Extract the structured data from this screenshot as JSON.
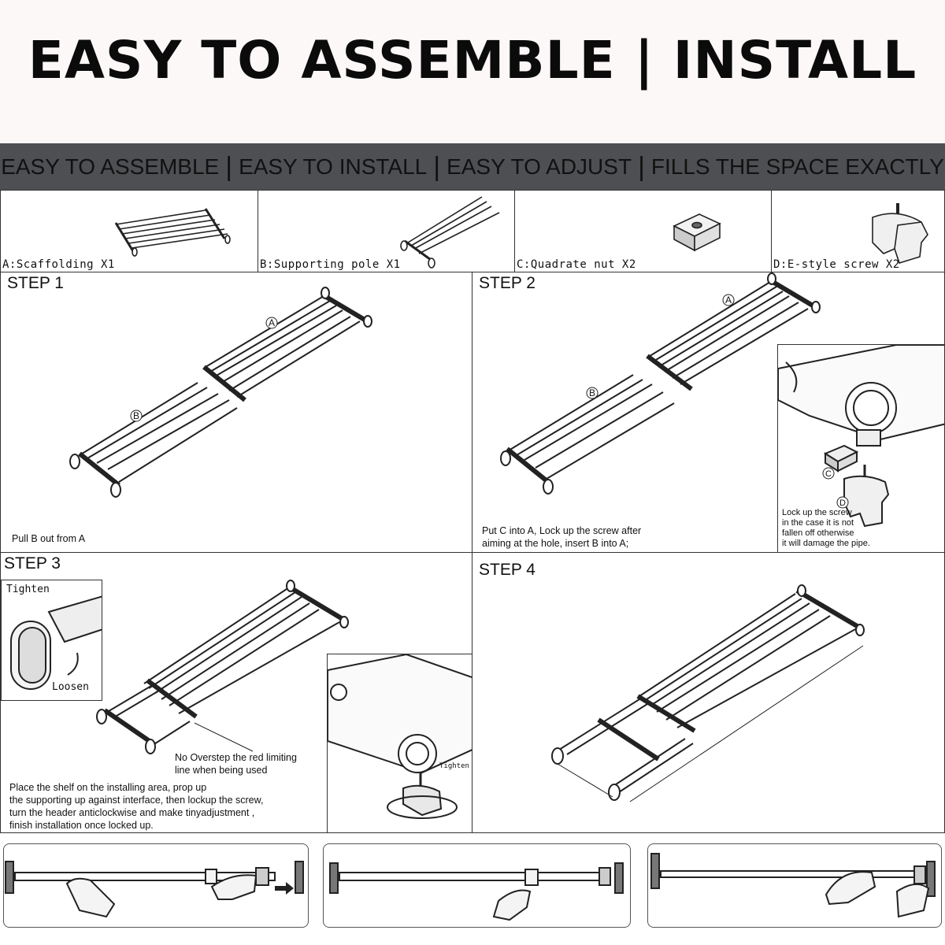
{
  "title": "EASY TO ASSEMBLE | INSTALL",
  "banner": {
    "items": [
      "EASY TO ASSEMBLE",
      "EASY TO INSTALL",
      "EASY TO ADJUST",
      "FILLS THE SPACE EXACTLY"
    ],
    "separator": "|",
    "background": "#4d4f52"
  },
  "parts": [
    {
      "label": "A:Scaffolding X1",
      "icon": "scaffolding-icon"
    },
    {
      "label": "B:Supporting pole X1",
      "icon": "supporting-pole-icon"
    },
    {
      "label": "C:Quadrate nut X2",
      "icon": "quadrate-nut-icon"
    },
    {
      "label": "D:E-style screw X2",
      "icon": "e-style-screw-icon"
    }
  ],
  "steps": {
    "step1": {
      "title": "STEP 1",
      "callouts": [
        "A",
        "B"
      ],
      "caption": "Pull B out from A"
    },
    "step2": {
      "title": "STEP 2",
      "callouts": [
        "A",
        "B",
        "C",
        "D"
      ],
      "caption": "Put C into A, Lock up the screw after\naiming at the hole, insert B into A;",
      "note": "Lock up the screw\nin the case it is not\nfallen off otherwise\nit will damage the pipe."
    },
    "step3": {
      "title": "STEP 3",
      "tighten": "Tighten",
      "loosen": "Loosen",
      "detail_tighten": "Tighten",
      "warning": "No Overstep the  red limiting\nline when being used",
      "caption": "Place the shelf on the installing area, prop up\nthe supporting up against interface, then lockup the screw,\nturn  the header anticlockwise and make tinyadjustment ,\nfinish installation once locked up."
    },
    "step4": {
      "title": "STEP 4"
    }
  },
  "install_strip": [
    {
      "icon": "pull-hand-icon",
      "arrow": "right-arrow-icon"
    },
    {
      "icon": "tighten-hand-icon"
    },
    {
      "icon": "twist-hand-icon"
    }
  ]
}
